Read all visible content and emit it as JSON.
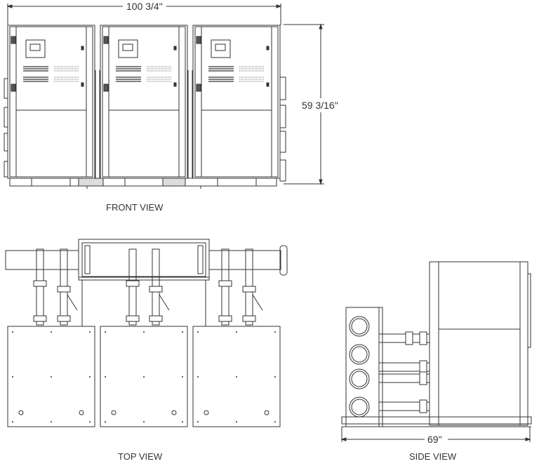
{
  "drawing": {
    "views": {
      "front": {
        "label": "FRONT VIEW",
        "units": 3
      },
      "top": {
        "label": "TOP VIEW",
        "units": 3
      },
      "side": {
        "label": "SIDE VIEW"
      }
    },
    "dimensions": {
      "overall_width": "100 3/4\"",
      "overall_height": "59 3/16\"",
      "overall_depth": "69\""
    },
    "colors": {
      "line": "#333333",
      "background": "#ffffff",
      "text": "#333333"
    }
  }
}
